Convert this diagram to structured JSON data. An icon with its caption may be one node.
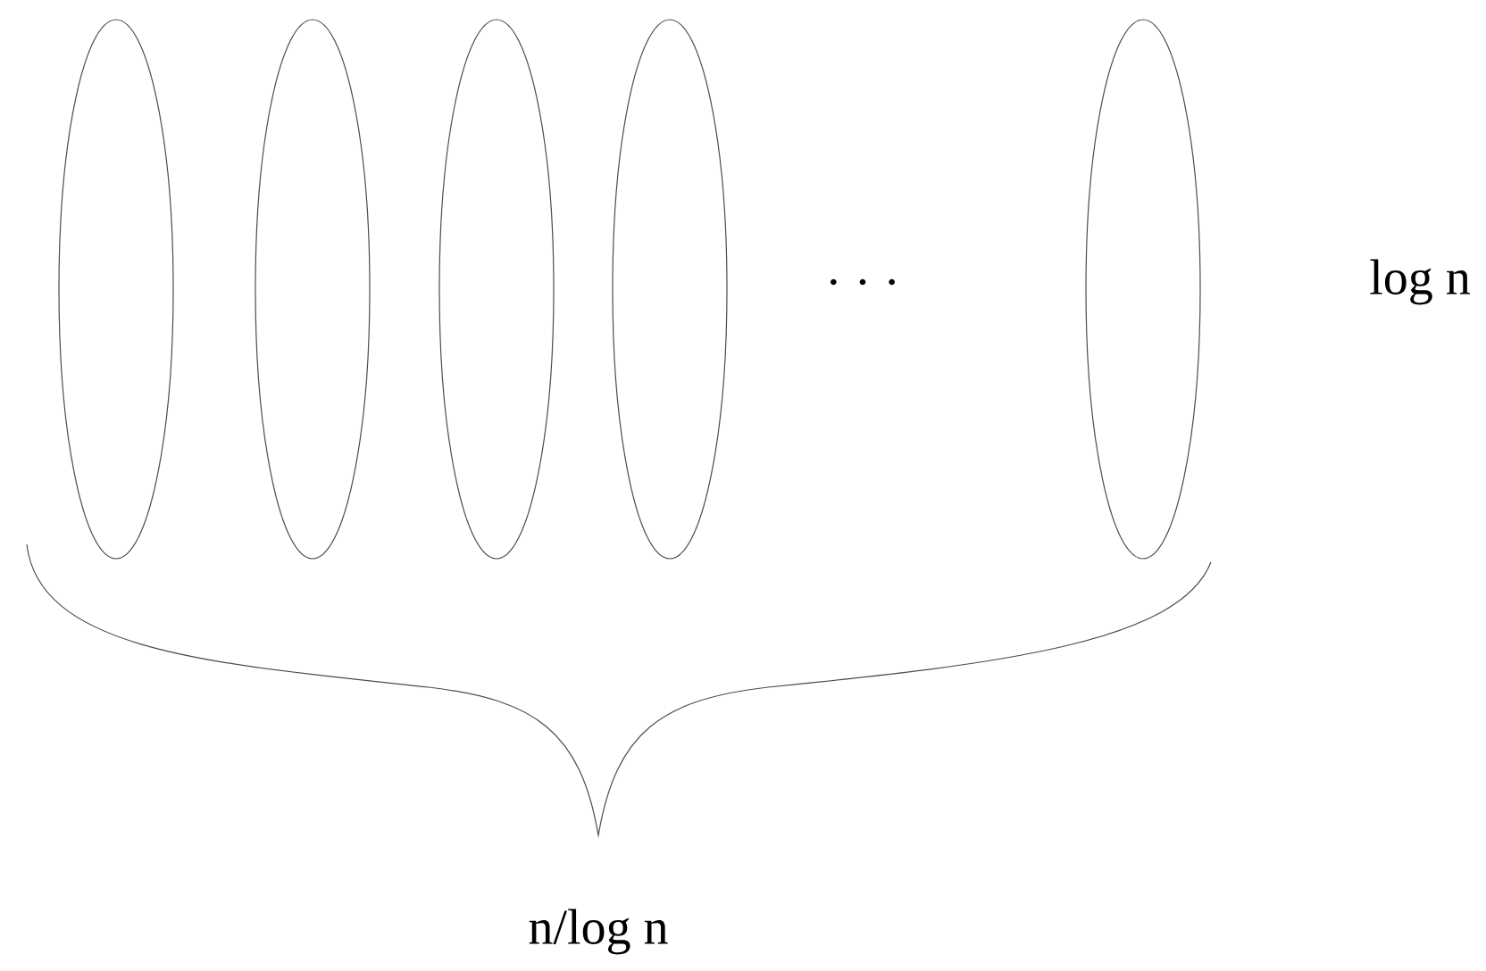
{
  "diagram": {
    "nodes": [
      {
        "text": [],
        "shape": "ellipse"
      },
      {
        "text": [],
        "shape": "ellipse"
      },
      {
        "text": [],
        "shape": "ellipse"
      },
      {
        "text": [],
        "shape": "ellipse"
      },
      {
        "text": [],
        "shape": "ellipse"
      }
    ],
    "labels": [
      ". . .",
      "log n",
      "n/log n"
    ]
  }
}
